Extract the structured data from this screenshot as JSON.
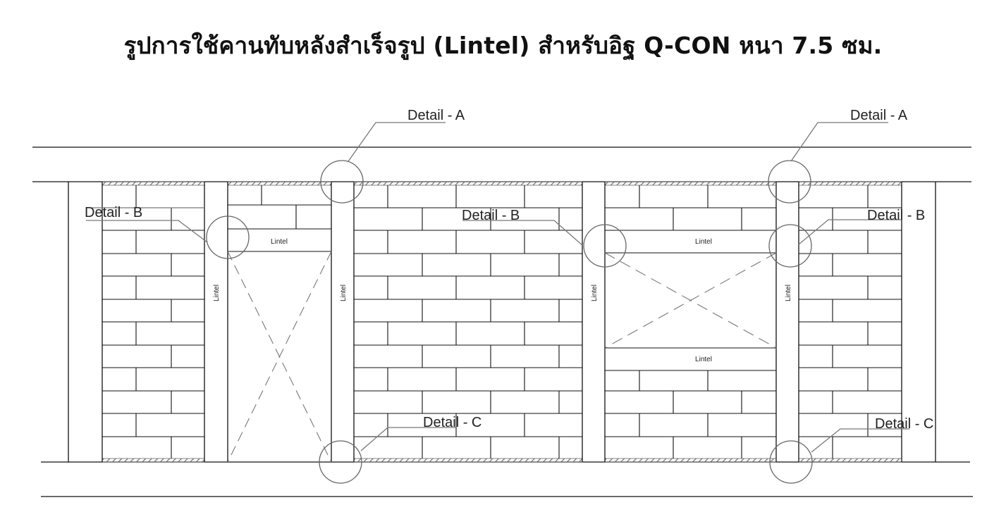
{
  "title": "รูปการใช้คานทับหลังสำเร็จรูป (Lintel) สำหรับอิฐ Q-CON หนา 7.5 ซม.",
  "callouts": {
    "detail_a_1": "Detail - A",
    "detail_a_2": "Detail - A",
    "detail_b_1": "Detail - B",
    "detail_b_2": "Detail - B",
    "detail_b_3": "Detail - B",
    "detail_c_1": "Detail - C",
    "detail_c_2": "Detail - C"
  },
  "lintels": {
    "opening1_top": "Lintel",
    "opening2_top": "Lintel",
    "opening2_bottom": "Lintel",
    "pier1": "Lintel",
    "pier2": "Lintel",
    "pier3": "Lintel",
    "pier4": "Lintel"
  },
  "colors": {
    "line": "#111111",
    "callout_line": "#777777",
    "hatch": "#666666",
    "background": "#ffffff"
  }
}
